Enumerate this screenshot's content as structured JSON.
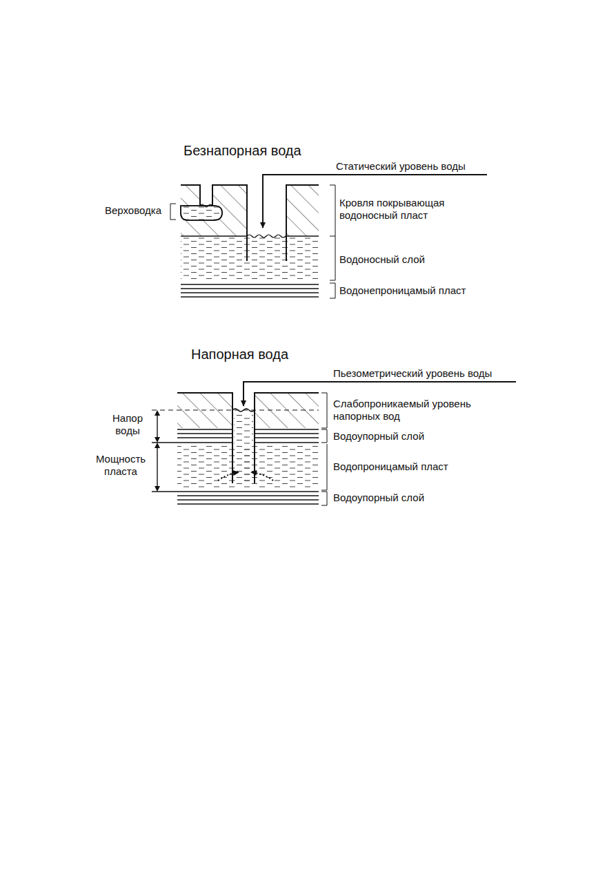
{
  "diagram": {
    "labels": [
      "Безнапорная вода",
      "Статический уровень воды",
      "Верховодка",
      "Кровля покрывающая водоносный пласт",
      "Водоносный слой",
      "Водонепроницамый пласт",
      "Напорная вода",
      "Пьезометрический уровень воды",
      "Напор воды",
      "Мощность пласта",
      "Слабопроникаемый уровень напорных вод",
      "Водоупорный слой",
      "Водопроницамый пласт",
      "Водоупорный слой"
    ]
  }
}
